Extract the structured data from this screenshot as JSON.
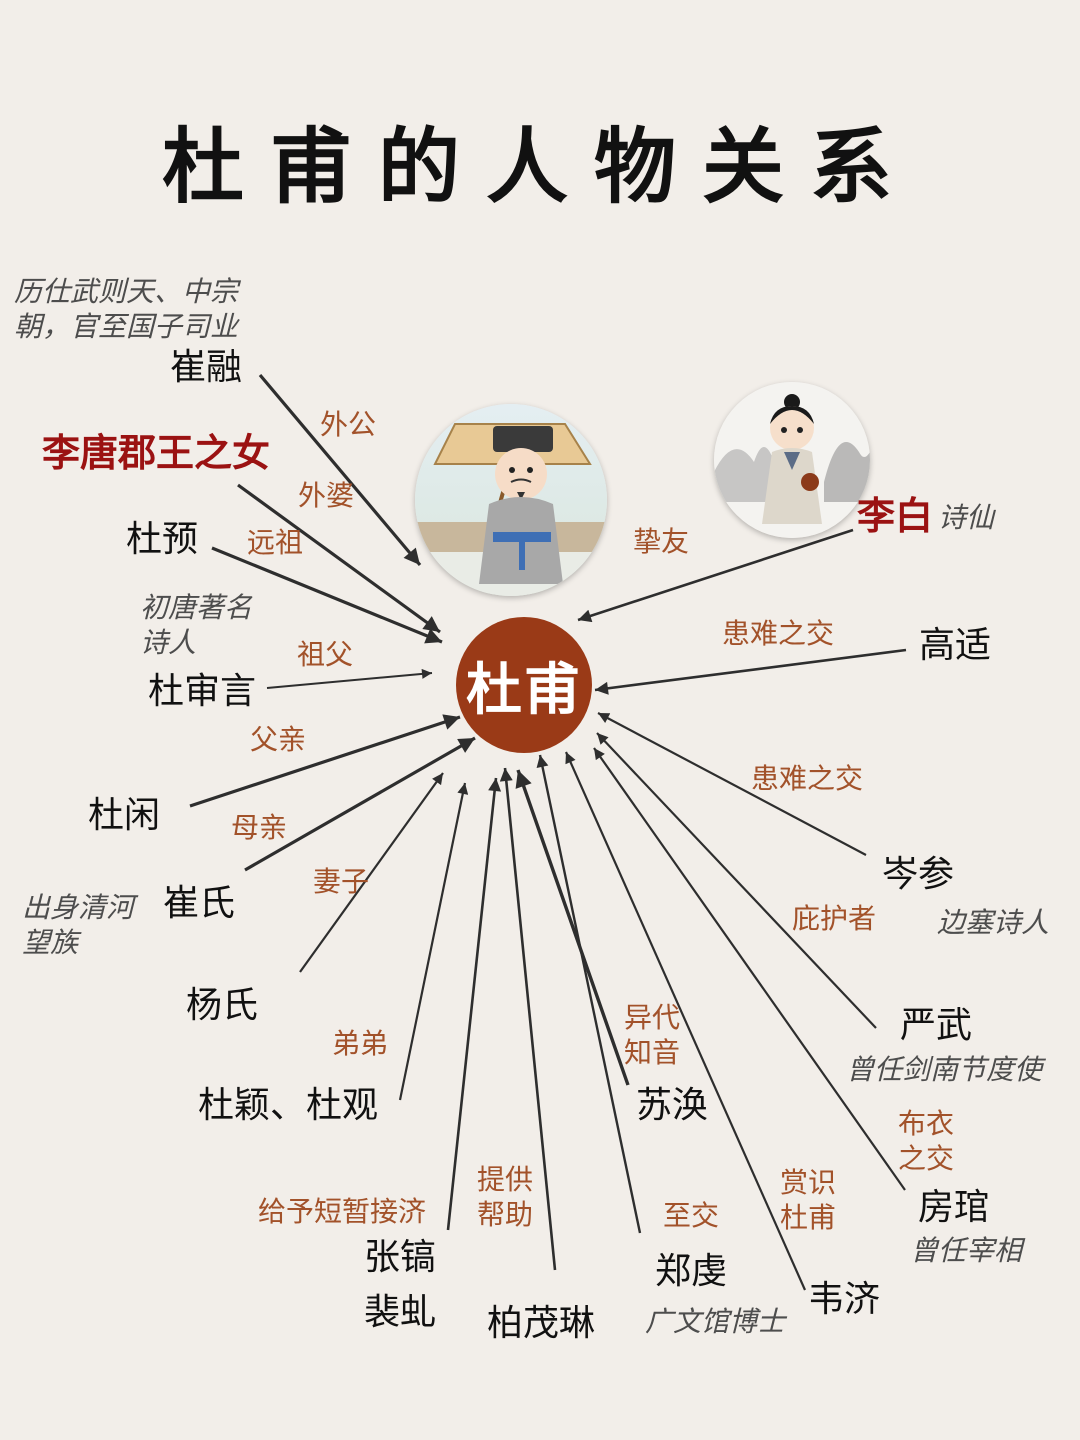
{
  "title": "杜甫的人物关系",
  "center": {
    "name": "杜甫",
    "color": "#9a3a17"
  },
  "avatars": {
    "dufu": {
      "label": "杜甫 portrait (umbrella)"
    },
    "libai": {
      "label": "李白 portrait (wine jar)"
    }
  },
  "nodes": [
    {
      "id": "cuirong",
      "name": "崔融",
      "relation": "外公",
      "note": "历仕武则天、中宗朝，官至国子司业"
    },
    {
      "id": "lidaughter",
      "name": "李唐郡王之女",
      "relation": "外婆",
      "note": ""
    },
    {
      "id": "duyu",
      "name": "杜预",
      "relation": "远祖",
      "note": ""
    },
    {
      "id": "dushenyan",
      "name": "杜审言",
      "relation": "祖父",
      "note": "初唐著名诗人"
    },
    {
      "id": "duxian",
      "name": "杜闲",
      "relation": "父亲",
      "note": ""
    },
    {
      "id": "cuishi",
      "name": "崔氏",
      "relation": "母亲",
      "note": "出身清河望族"
    },
    {
      "id": "yangshi",
      "name": "杨氏",
      "relation": "妻子",
      "note": ""
    },
    {
      "id": "brothers",
      "name": "杜颖、杜观",
      "relation": "弟弟",
      "note": ""
    },
    {
      "id": "zhanghao",
      "name": "张镐",
      "relation": "给予短暂接济",
      "note": ""
    },
    {
      "id": "peiqiu",
      "name": "裴虬",
      "relation": "",
      "note": ""
    },
    {
      "id": "baimaolin",
      "name": "柏茂琳",
      "relation": "提供帮助",
      "note": ""
    },
    {
      "id": "zhengqian",
      "name": "郑虔",
      "relation": "至交",
      "note": "广文馆博士"
    },
    {
      "id": "suhuan",
      "name": "苏涣",
      "relation": "异代知音",
      "note": ""
    },
    {
      "id": "weiji",
      "name": "韦济",
      "relation": "赏识杜甫",
      "note": ""
    },
    {
      "id": "fangguan",
      "name": "房琯",
      "relation": "布衣之交",
      "note": "曾任宰相"
    },
    {
      "id": "yanwu",
      "name": "严武",
      "relation": "庇护者",
      "note": "曾任剑南节度使"
    },
    {
      "id": "censhen",
      "name": "岑参",
      "relation": "患难之交",
      "note": "边塞诗人"
    },
    {
      "id": "gaoshi",
      "name": "高适",
      "relation": "患难之交",
      "note": ""
    },
    {
      "id": "libai",
      "name": "李白",
      "relation": "挚友",
      "note": "诗仙"
    }
  ],
  "text": {
    "cuirong_note_1": "历仕武则天、中宗",
    "cuirong_note_2": "朝，官至国子司业",
    "dushenyan_note_1": "初唐著名",
    "dushenyan_note_2": "诗人",
    "cuishi_note_1": "出身清河",
    "cuishi_note_2": "望族",
    "suhuan_rel_1": "异代",
    "suhuan_rel_2": "知音",
    "baimaolin_rel_1": "提供",
    "baimaolin_rel_2": "帮助",
    "weiji_rel_1": "赏识",
    "weiji_rel_2": "杜甫",
    "fangguan_rel_1": "布衣",
    "fangguan_rel_2": "之交"
  },
  "colors": {
    "background": "#f2eee9",
    "relation_text": "#a2522a",
    "highlight_name": "#9b1212",
    "note_text": "#4d4d4d",
    "arrow": "#2e2e2e"
  }
}
